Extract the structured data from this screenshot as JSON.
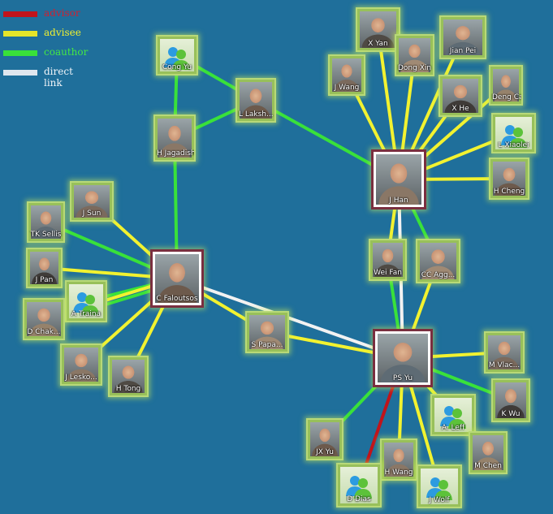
{
  "legend": {
    "items": [
      {
        "label": "advisor",
        "color": "#c0141b"
      },
      {
        "label": "advisee",
        "color": "#e5e52a"
      },
      {
        "label": "coauthor",
        "color": "#39e13a"
      },
      {
        "label": "direct link",
        "color": "#dfe6ee"
      }
    ]
  },
  "colors": {
    "background": "#1f6f9b",
    "advisor": "#c0141b",
    "advisee": "#f2f230",
    "coauthor": "#39e13a",
    "direct_link": "#f2f2f2",
    "node_frame": "#b8d978",
    "center_frame": "#7a2f3f"
  },
  "nodes": {
    "cong_yu": {
      "label": "Cong Yu",
      "icon": "messenger-avatar-icon"
    },
    "l_laksh": {
      "label": "L Laksh...",
      "icon": "photo-icon"
    },
    "h_jagadish": {
      "label": "H Jagadish",
      "icon": "photo-icon"
    },
    "x_yan": {
      "label": "X Yan",
      "icon": "photo-icon"
    },
    "dong_xin": {
      "label": "Dong Xin",
      "icon": "photo-icon"
    },
    "jian_pei": {
      "label": "Jian Pei",
      "icon": "photo-icon"
    },
    "j_wang": {
      "label": "J Wang",
      "icon": "photo-icon"
    },
    "x_he": {
      "label": "X He",
      "icon": "photo-icon"
    },
    "deng_cai": {
      "label": "Deng Cai",
      "icon": "photo-icon"
    },
    "l_xiaolei": {
      "label": "L Xiaolei",
      "icon": "messenger-avatar-icon"
    },
    "h_cheng": {
      "label": "H Cheng",
      "icon": "photo-icon"
    },
    "j_han": {
      "label": "J Han",
      "icon": "photo-icon"
    },
    "wei_fan": {
      "label": "Wei Fan",
      "icon": "photo-icon"
    },
    "cc_agg": {
      "label": "CC Agg...",
      "icon": "photo-icon"
    },
    "tk_sellis": {
      "label": "TK Sellis",
      "icon": "photo-icon"
    },
    "j_sun": {
      "label": "J Sun",
      "icon": "photo-icon"
    },
    "j_pan": {
      "label": "J Pan",
      "icon": "photo-icon"
    },
    "a_traina": {
      "label": "A Traina",
      "icon": "messenger-avatar-icon"
    },
    "d_chak": {
      "label": "D Chak...",
      "icon": "photo-icon"
    },
    "c_faloutsos": {
      "label": "C Faloutsos",
      "icon": "photo-icon"
    },
    "j_lesko": {
      "label": "J Lesko...",
      "icon": "photo-icon"
    },
    "h_tong": {
      "label": "H Tong",
      "icon": "photo-icon"
    },
    "s_papa": {
      "label": "S Papa...",
      "icon": "photo-icon"
    },
    "ps_yu": {
      "label": "PS Yu",
      "icon": "photo-icon"
    },
    "m_vlac": {
      "label": "M Vlac...",
      "icon": "photo-icon"
    },
    "k_wu": {
      "label": "K Wu",
      "icon": "photo-icon"
    },
    "a_leff": {
      "label": "A. Leff",
      "icon": "messenger-avatar-icon"
    },
    "m_chen": {
      "label": "M Chen",
      "icon": "photo-icon"
    },
    "jx_yu": {
      "label": "JX Yu",
      "icon": "photo-icon"
    },
    "h_wang": {
      "label": "H Wang",
      "icon": "photo-icon"
    },
    "d_dias": {
      "label": "D Dias",
      "icon": "messenger-avatar-icon"
    },
    "j_wolf": {
      "label": "J Wolf",
      "icon": "messenger-avatar-icon"
    }
  },
  "edges": [
    {
      "from": "cong_yu",
      "to": "h_jagadish",
      "type": "coauthor"
    },
    {
      "from": "cong_yu",
      "to": "l_laksh",
      "type": "coauthor"
    },
    {
      "from": "l_laksh",
      "to": "h_jagadish",
      "type": "coauthor"
    },
    {
      "from": "l_laksh",
      "to": "j_han",
      "type": "coauthor"
    },
    {
      "from": "h_jagadish",
      "to": "c_faloutsos",
      "type": "coauthor"
    },
    {
      "from": "x_yan",
      "to": "j_han",
      "type": "advisee"
    },
    {
      "from": "dong_xin",
      "to": "j_han",
      "type": "advisee"
    },
    {
      "from": "jian_pei",
      "to": "j_han",
      "type": "advisee"
    },
    {
      "from": "j_wang",
      "to": "j_han",
      "type": "advisee"
    },
    {
      "from": "x_he",
      "to": "j_han",
      "type": "advisee"
    },
    {
      "from": "deng_cai",
      "to": "j_han",
      "type": "advisee"
    },
    {
      "from": "l_xiaolei",
      "to": "j_han",
      "type": "advisee"
    },
    {
      "from": "h_cheng",
      "to": "j_han",
      "type": "advisee"
    },
    {
      "from": "j_han",
      "to": "wei_fan",
      "type": "advisee"
    },
    {
      "from": "j_han",
      "to": "cc_agg",
      "type": "coauthor"
    },
    {
      "from": "j_han",
      "to": "ps_yu",
      "type": "direct"
    },
    {
      "from": "wei_fan",
      "to": "ps_yu",
      "type": "coauthor"
    },
    {
      "from": "cc_agg",
      "to": "ps_yu",
      "type": "advisee"
    },
    {
      "from": "tk_sellis",
      "to": "c_faloutsos",
      "type": "coauthor"
    },
    {
      "from": "j_sun",
      "to": "c_faloutsos",
      "type": "advisee"
    },
    {
      "from": "j_pan",
      "to": "c_faloutsos",
      "type": "advisee"
    },
    {
      "from": "a_traina",
      "to": "c_faloutsos",
      "type": "coauthor"
    },
    {
      "from": "d_chak",
      "to": "c_faloutsos",
      "type": "advisee"
    },
    {
      "from": "d_chak",
      "to": "c_faloutsos",
      "type": "coauthor"
    },
    {
      "from": "j_lesko",
      "to": "c_faloutsos",
      "type": "advisee"
    },
    {
      "from": "h_tong",
      "to": "c_faloutsos",
      "type": "advisee"
    },
    {
      "from": "c_faloutsos",
      "to": "s_papa",
      "type": "advisee"
    },
    {
      "from": "c_faloutsos",
      "to": "ps_yu",
      "type": "direct"
    },
    {
      "from": "s_papa",
      "to": "ps_yu",
      "type": "advisee"
    },
    {
      "from": "m_vlac",
      "to": "ps_yu",
      "type": "advisee"
    },
    {
      "from": "k_wu",
      "to": "ps_yu",
      "type": "coauthor"
    },
    {
      "from": "a_leff",
      "to": "ps_yu",
      "type": "coauthor"
    },
    {
      "from": "m_chen",
      "to": "ps_yu",
      "type": "advisee"
    },
    {
      "from": "jx_yu",
      "to": "ps_yu",
      "type": "coauthor"
    },
    {
      "from": "h_wang",
      "to": "ps_yu",
      "type": "advisee"
    },
    {
      "from": "d_dias",
      "to": "ps_yu",
      "type": "advisor"
    },
    {
      "from": "j_wolf",
      "to": "ps_yu",
      "type": "advisee"
    }
  ]
}
